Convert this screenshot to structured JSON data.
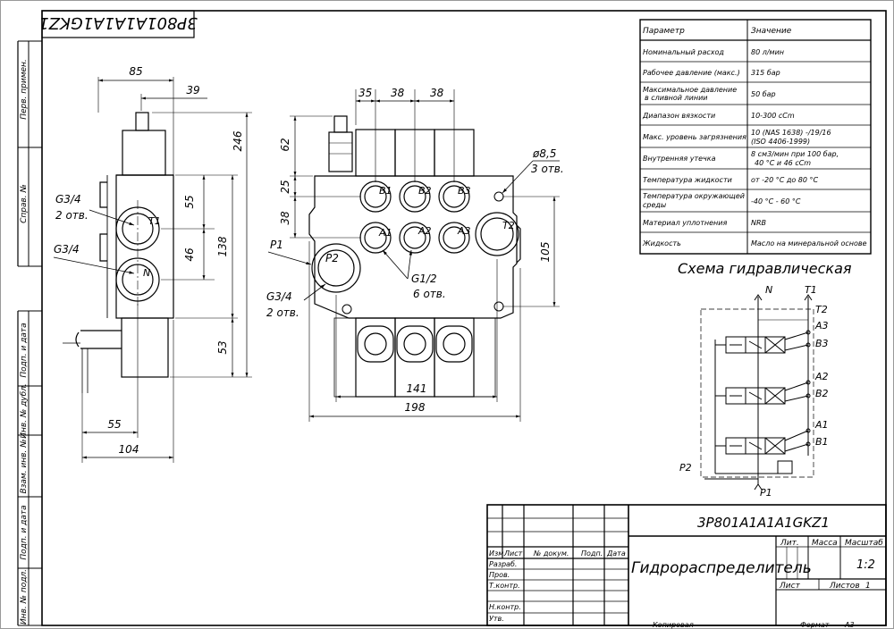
{
  "drawing": {
    "code_stamp": "3P801A1A1A1GKZ1",
    "code_title": "3P801A1A1A1GKZ1",
    "name": "Гидрораспределитель",
    "scale": "1:2",
    "sheet_no": "1"
  },
  "left_strip": [
    "Перв. примен.",
    "Справ. №",
    "Подп. и дата",
    "Инв. № дубл.",
    "Взам. инв. №",
    "Подп. и дата",
    "Инв. № подл."
  ],
  "title_block": {
    "col_izm": "Изм.",
    "col_list": "Лист",
    "col_doc": "№ докум.",
    "col_podp": "Подп.",
    "col_data": "Дата",
    "row_razrab": "Разраб.",
    "row_prov": "Пров.",
    "row_tkontr": "Т.контр.",
    "row_nkontr": "Н.контр.",
    "row_utv": "Утв.",
    "lit": "Лит.",
    "massa": "Масса",
    "masshtab": "Масштаб",
    "list": "Лист",
    "listov": "Листов",
    "kopiroval": "Копировал",
    "format": "Формат",
    "format_value": "А3"
  },
  "spec_table": {
    "header": [
      "Параметр",
      "Значение"
    ],
    "rows": [
      {
        "param": [
          "Номинальный расход"
        ],
        "value": [
          "80 л/мин"
        ]
      },
      {
        "param": [
          "Рабочее давление (макс.)"
        ],
        "value": [
          "315 бар"
        ]
      },
      {
        "param": [
          "Максимальное давление",
          "в сливной линии"
        ],
        "value": [
          "50 бар"
        ]
      },
      {
        "param": [
          "Диапазон вязкости"
        ],
        "value": [
          "10-300 cCm"
        ]
      },
      {
        "param": [
          "Макс. уровень загрязнения"
        ],
        "value": [
          "10 (NAS 1638) -/19/16",
          "(ISO 4406-1999)"
        ]
      },
      {
        "param": [
          "Внутренняя утечка"
        ],
        "value": [
          "8 cм3/мин при 100 бар,",
          "40 °C и 46 cCm"
        ]
      },
      {
        "param": [
          "Температура жидкости"
        ],
        "value": [
          "от -20 °C до 80 °C"
        ]
      },
      {
        "param": [
          "Температура окружающей",
          "среды"
        ],
        "value": [
          "-40 °C - 60 °C"
        ]
      },
      {
        "param": [
          "Материал уплотнения"
        ],
        "value": [
          "NRB"
        ]
      },
      {
        "param": [
          "Жидкость"
        ],
        "value": [
          "Масло на минеральной основе"
        ]
      }
    ]
  },
  "scheme": {
    "title": "Схема гидравлическая",
    "N": "N",
    "T1": "T1",
    "T2": "T2",
    "P1": "P1",
    "P2": "P2",
    "A3": "A3",
    "B3": "B3",
    "A2": "A2",
    "B2": "B2",
    "A1": "A1",
    "B1": "B1"
  },
  "side_view": {
    "d85": "85",
    "d39": "39",
    "d246": "246",
    "d55a": "55",
    "d46": "46",
    "d138": "138",
    "d53": "53",
    "d55b": "55",
    "d104": "104",
    "g34_a": "G3/4",
    "g34_a_count": "2 отв.",
    "g34_b": "G3/4",
    "T1": "T1",
    "N": "N"
  },
  "front_view": {
    "d35": "35",
    "d38a": "38",
    "d38b": "38",
    "d62": "62",
    "d25": "25",
    "d38c": "38",
    "d141": "141",
    "d198": "198",
    "d105": "105",
    "hole_dia": "ø8,5",
    "hole_count": "3 отв.",
    "P1": "P1",
    "P2": "P2",
    "g34": "G3/4",
    "g34_count": "2 отв.",
    "g12": "G1/2",
    "g12_count": "6 отв.",
    "B1": "B1",
    "B2": "B2",
    "B3": "B3",
    "A1": "A1",
    "A2": "A2",
    "A3": "A3",
    "T2": "T2"
  }
}
